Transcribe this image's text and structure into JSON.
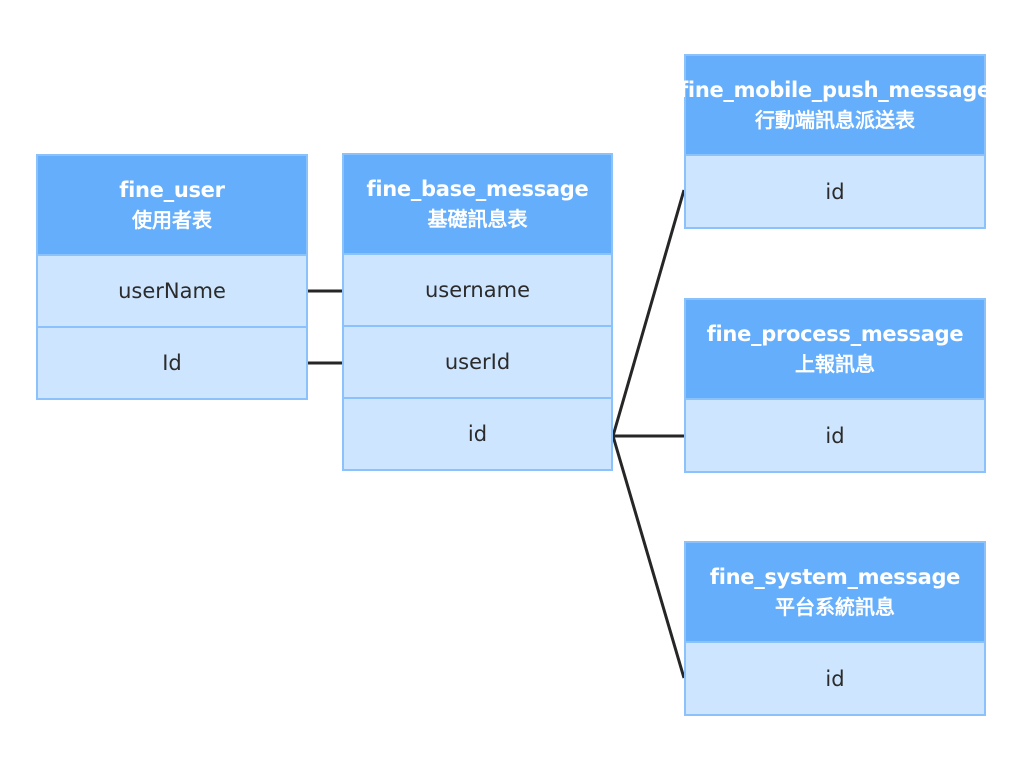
{
  "tables": {
    "user": {
      "name": "fine_user",
      "desc": "使用者表",
      "fields": [
        "userName",
        "Id"
      ]
    },
    "base": {
      "name": "fine_base_message",
      "desc": "基礎訊息表",
      "fields": [
        "username",
        "userId",
        "id"
      ]
    },
    "mobile": {
      "name": "fine_mobile_push_message",
      "desc": "行動端訊息派送表",
      "fields": [
        "id"
      ]
    },
    "process": {
      "name": "fine_process_message",
      "desc": "上報訊息",
      "fields": [
        "id"
      ]
    },
    "system": {
      "name": "fine_system_message",
      "desc": "平台系統訊息",
      "fields": [
        "id"
      ]
    }
  },
  "colors": {
    "header_bg": "#65aefc",
    "row_bg": "#cde5fe",
    "border": "#8cc2fb",
    "connector": "#262626"
  }
}
